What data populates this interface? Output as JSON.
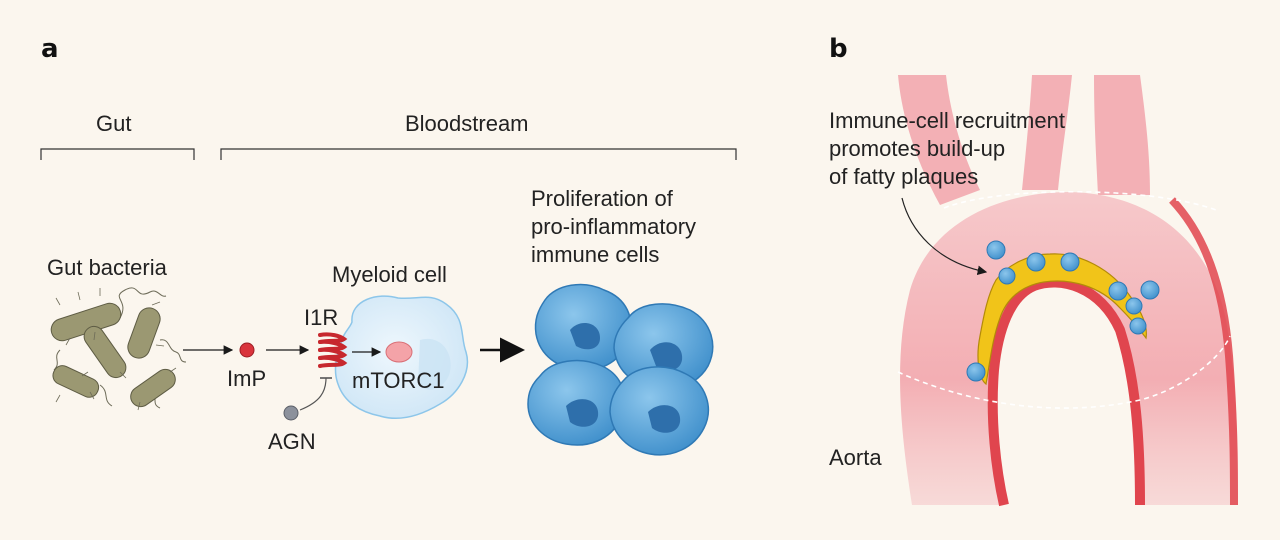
{
  "panel_a": {
    "letter": "a",
    "gut_label": "Gut",
    "bloodstream_label": "Bloodstream",
    "gut_bacteria_label": "Gut bacteria",
    "imp_label": "ImP",
    "i1r_label": "I1R",
    "agn_label": "AGN",
    "myeloid_cell_label": "Myeloid cell",
    "mtorc1_label": "mTORC1",
    "proliferation_label": [
      "Proliferation of",
      "pro-inflammatory",
      "immune cells"
    ]
  },
  "panel_b": {
    "letter": "b",
    "annotation": [
      "Immune-cell recruitment",
      "promotes build-up",
      "of fatty plaques"
    ],
    "aorta_label": "Aorta"
  },
  "colors": {
    "background": "#fbf6ee",
    "bacteria": "#9b9872",
    "imp": "#d9343c",
    "receptor": "#c7282e",
    "agn": "#8c919c",
    "myeloid_cell": "#d9ecf8",
    "immune_cell": "#4f9fd6",
    "aorta": "#f3b7bb",
    "plaque": "#f1c419"
  }
}
